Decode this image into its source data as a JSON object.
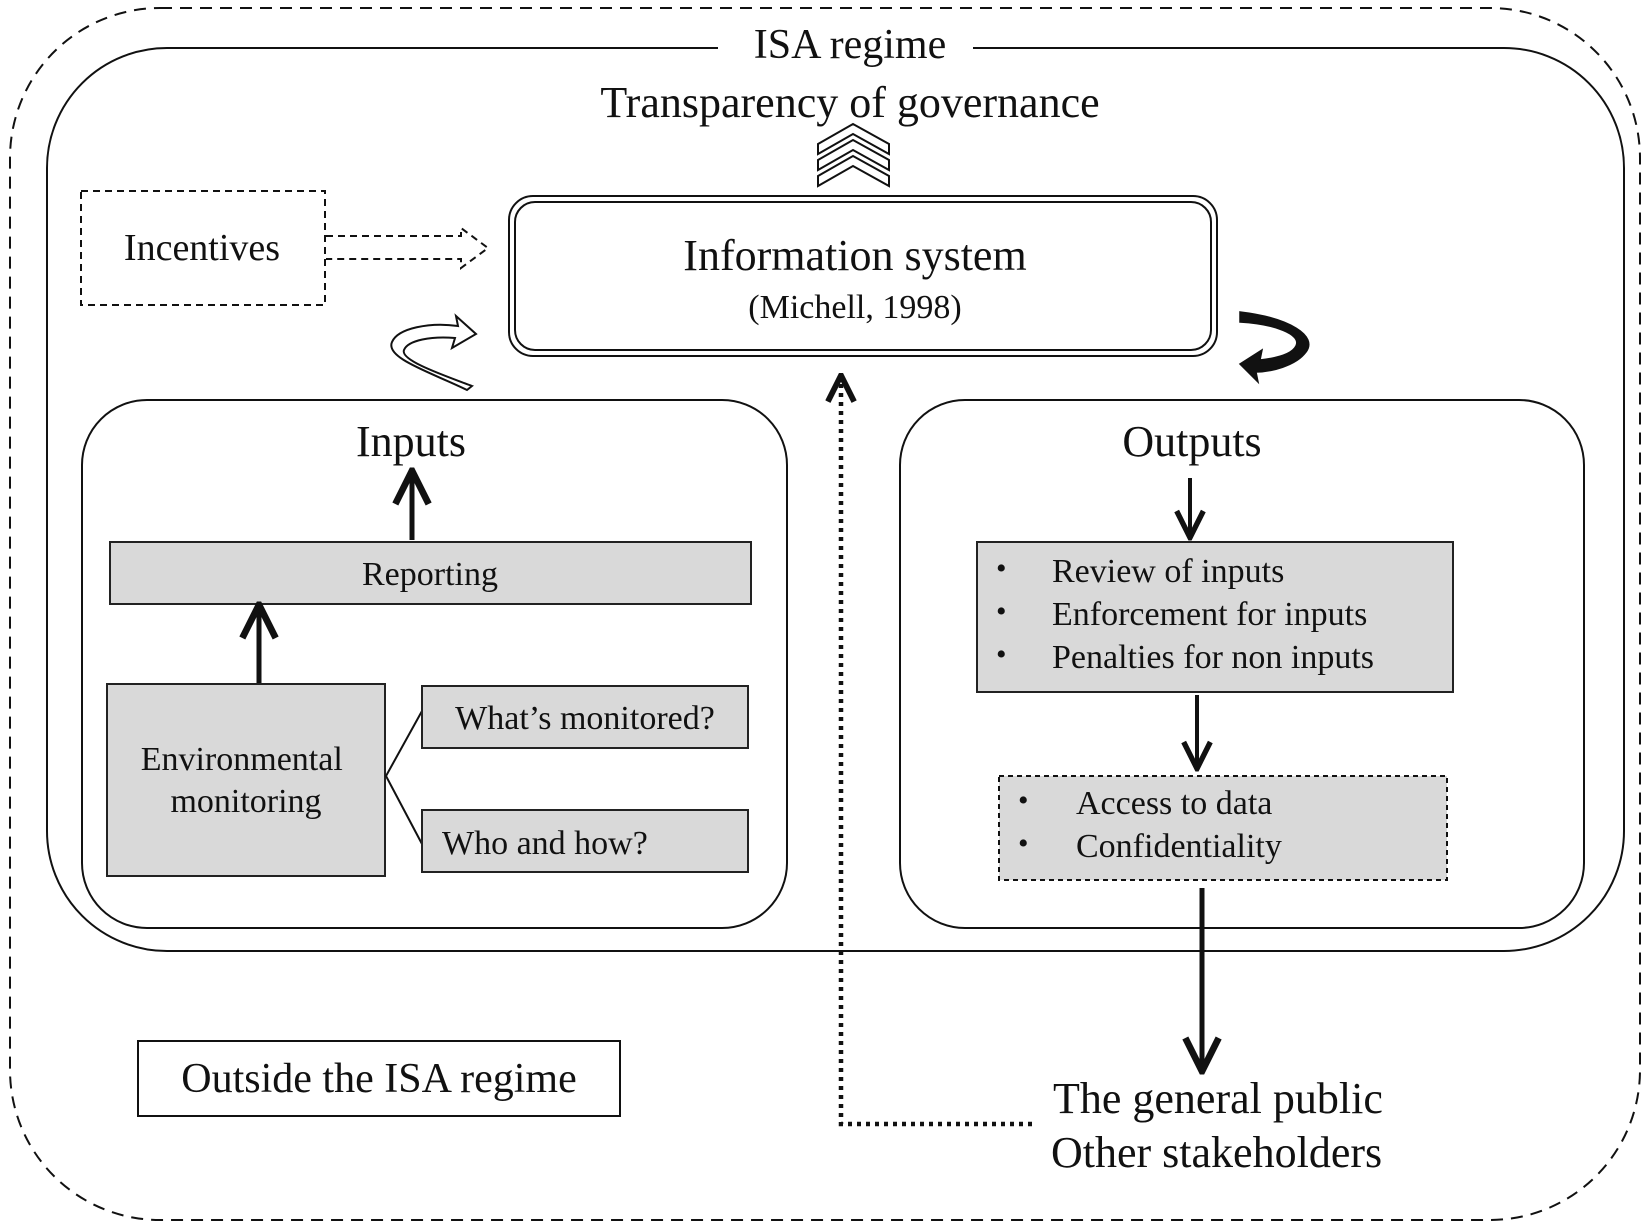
{
  "regime": {
    "title": "ISA regime",
    "transparency": "Transparency of governance",
    "outside_label": "Outside the ISA regime"
  },
  "incentives": {
    "label": "Incentives"
  },
  "information_system": {
    "title": "Information system",
    "citation": "(Michell, 1998)"
  },
  "inputs": {
    "title": "Inputs",
    "reporting": "Reporting",
    "environmental_monitoring": [
      "Environmental",
      "monitoring"
    ],
    "whats_monitored": "What’s monitored?",
    "who_and_how": "Who and how?"
  },
  "outputs": {
    "title": "Outputs",
    "actions": [
      "Review of inputs",
      "Enforcement for inputs",
      "Penalties for non inputs"
    ],
    "data_items": [
      "Access to data",
      "Confidentiality"
    ],
    "bullet": "•"
  },
  "stakeholders": {
    "line1": "The general public",
    "line2": "Other stakeholders"
  }
}
